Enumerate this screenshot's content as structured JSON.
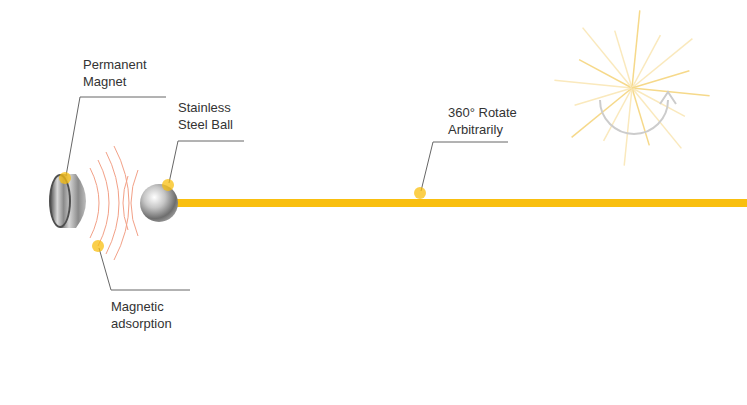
{
  "diagram": {
    "labels": [
      "Permanent Magnet",
      "Stainless Steel Ball",
      "360° Rotate Arbitrarily",
      "Magnetic adsorption"
    ]
  }
}
